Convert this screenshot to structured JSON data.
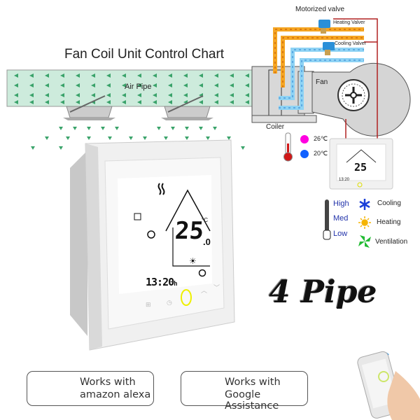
{
  "title": "Fan Coil Unit Control Chart",
  "diagram": {
    "air_pipe_label": "Air Pipe",
    "valve_title": "Motorized valve",
    "heating_valve": "Heating Valver",
    "cooling_valve": "Cooling Valver",
    "fan_label": "Fan",
    "coiler_label": "Coiler",
    "temp_hot": "26℃",
    "temp_cold": "20℃",
    "hot_color": "#ff00e0",
    "cold_color": "#1060ff",
    "heating_pipe_color": "#f5a623",
    "cooling_pipe_color": "#8fd3f4",
    "air_pipe_color": "#cdebdc",
    "wire_color": "#b02020"
  },
  "fan_speed": {
    "levels": [
      "High",
      "Med",
      "Low"
    ],
    "selected": "Low"
  },
  "modes": [
    {
      "icon": "snowflake-icon",
      "label": "Cooling",
      "color": "#1a3fd8"
    },
    {
      "icon": "sun-icon",
      "label": "Heating",
      "color": "#f5b400"
    },
    {
      "icon": "fan-icon",
      "label": "Ventilation",
      "color": "#22bb33"
    }
  ],
  "thermostat": {
    "temperature": "25",
    "decimal": ".0",
    "unit": "°C",
    "time": "13:20",
    "time_suffix": "h",
    "mode": "heating"
  },
  "headline": "4 Pipe",
  "badges": [
    {
      "line1": "Works with",
      "line2": "amazon alexa",
      "icon": "alexa-icon"
    },
    {
      "line1": "Works with",
      "line2": "Google Assistance",
      "icon": "google-assistant-icon"
    }
  ]
}
